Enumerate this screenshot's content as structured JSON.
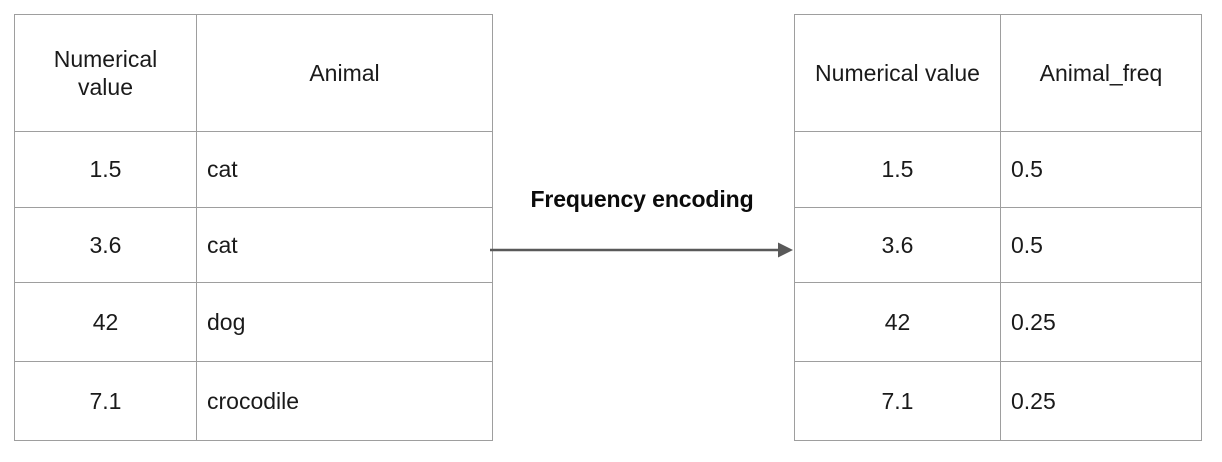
{
  "diagram": {
    "title_label": "Frequency encoding",
    "arrow_icon_name": "right-arrow-icon",
    "accent_color": "#595959",
    "border_color": "#9e9e9e",
    "text_color": "#1a1a1a",
    "background_color": "#ffffff"
  },
  "source_table": {
    "name": "source-table",
    "headers": [
      "Numerical value",
      "Animal"
    ],
    "rows": [
      [
        "1.5",
        "cat"
      ],
      [
        "3.6",
        "cat"
      ],
      [
        "42",
        "dog"
      ],
      [
        "7.1",
        "crocodile"
      ]
    ]
  },
  "encoded_table": {
    "name": "encoded-table",
    "headers": [
      "Numerical value",
      "Animal_freq"
    ],
    "rows": [
      [
        "1.5",
        "0.5"
      ],
      [
        "3.6",
        "0.5"
      ],
      [
        "42",
        "0.25"
      ],
      [
        "7.1",
        "0.25"
      ]
    ]
  }
}
